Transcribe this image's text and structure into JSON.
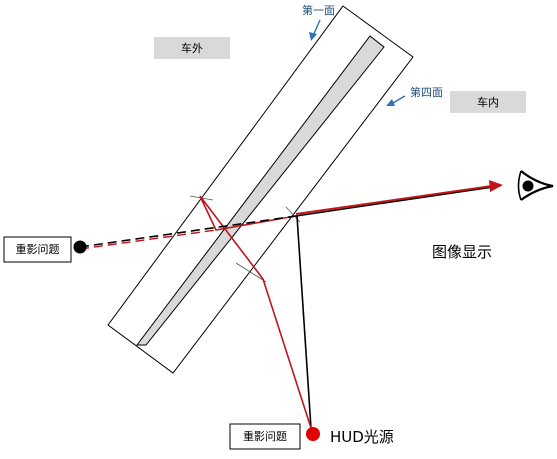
{
  "labels": {
    "first_surface": "第一面",
    "fourth_surface": "第四面",
    "outside_car": "车外",
    "inside_car": "车内",
    "ghost_left": "重影问题",
    "ghost_bottom": "重影问题",
    "image_display": "图像显示",
    "hud_source": "HUD光源"
  },
  "colors": {
    "ray_red": "#c0141b",
    "ray_black": "#000000",
    "glass_fill": "#d9d9d9",
    "tag_fill": "#d9d9d9",
    "arrow_blue": "#2e75b6",
    "source_dot": "#e00000"
  },
  "icons": {
    "eye": "eye-icon"
  }
}
